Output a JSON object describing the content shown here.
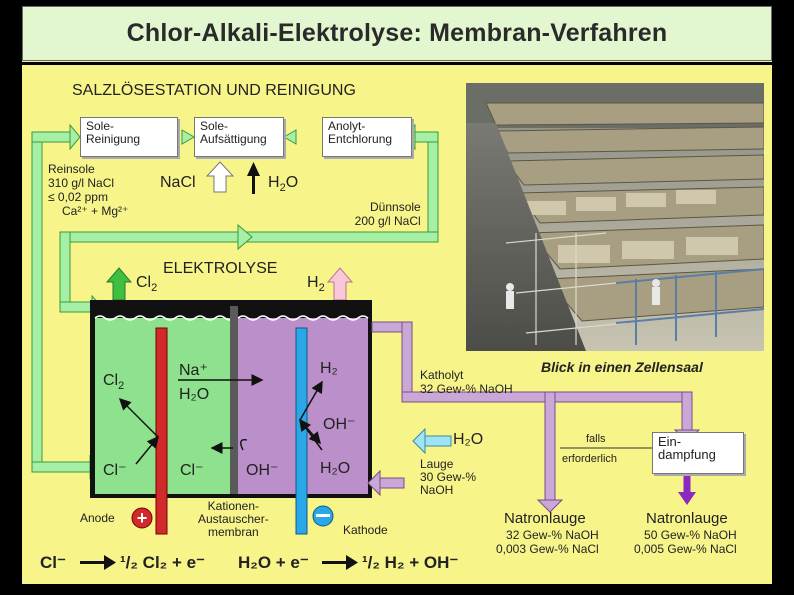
{
  "title": "Chlor-Alkali-Elektrolyse: Membran-Verfahren",
  "salt_station": {
    "heading": "SALZLÖSESTATION UND REINIGUNG",
    "box_purification": "Sole-\nReinigung",
    "box_saturation": "Sole-\nAufsättigung",
    "box_dechlorination": "Anolyt-\nEntchlorung",
    "nacl_label": "NaCl",
    "h2o_label": "H",
    "h2o_sub": "2",
    "h2o_o": "O"
  },
  "reinsole": {
    "line1": "Reinsole",
    "line2": "310 g/l NaCl",
    "line3": "≤ 0,02 ppm",
    "line4": "Ca²⁺ + Mg²⁺"
  },
  "duennsole": {
    "line1": "Dünnsole",
    "line2": "200 g/l NaCl"
  },
  "electrolysis": {
    "heading": "ELEKTROLYSE",
    "cl2": "Cl",
    "cl2_sub": "2",
    "h2": "H",
    "h2_sub": "2",
    "anode_cl2": "Cl",
    "anode_cl2_sub": "2",
    "cl_minus_left": "Cl⁻",
    "cl_minus_mid": "Cl⁻",
    "na_plus": "Na⁺",
    "h2o_anode": "H₂O",
    "oh_minus_mid": "OH⁻",
    "cathode_h2": "H₂",
    "cathode_oh": "OH⁻",
    "cathode_h2o": "H₂O",
    "anode_label": "Anode",
    "membrane_label": "Kationen-\nAustauscher-\nmembran",
    "cathode_label": "Kathode"
  },
  "photo": {
    "caption": "Blick in einen Zellensaal"
  },
  "catholyte": {
    "line1": "Katholyt",
    "line2": "32 Gew-% NaOH"
  },
  "water_in": "H₂O",
  "lauge": {
    "line1": "Lauge",
    "line2": "30 Gew-%",
    "line3": "NaOH"
  },
  "falls": {
    "line1": "falls",
    "line2": "erforderlich"
  },
  "evaporation_box": "Ein-\ndampfung",
  "product1": {
    "title": "Natronlauge",
    "line1": "32 Gew-% NaOH",
    "line2": "0,003 Gew-% NaCl"
  },
  "product2": {
    "title": "Natronlauge",
    "line1": "50 Gew-% NaOH",
    "line2": "0,005 Gew-% NaCl"
  },
  "equations": {
    "eq1_left": "Cl⁻",
    "eq1_right": "¹/₂ Cl₂ + e⁻",
    "eq2_left": "H₂O + e⁻",
    "eq2_right": "¹/₂ H₂ + OH⁻"
  },
  "colors": {
    "background": "#f7f48a",
    "title_bar": "#e2f7cf",
    "anolyte": "#8ee28e",
    "catholyte": "#bb8fc9",
    "anode": "#d12a2a",
    "cathode": "#2aa7e8",
    "membrane": "#5a5a5a",
    "brine_pipe": "#a6f0a6",
    "naoh_pipe": "#c9a8d8",
    "water_pipe": "#9fe4f4"
  }
}
